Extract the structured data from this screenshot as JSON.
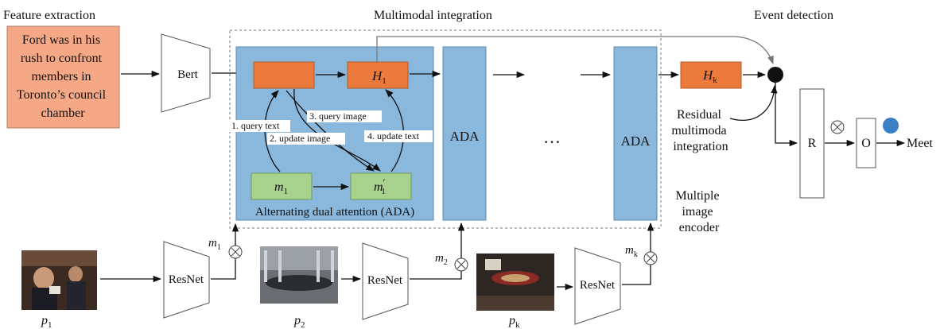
{
  "sections": {
    "feature_extraction": "Feature extraction",
    "multimodal_integration": "Multimodal integration",
    "event_detection": "Event detection"
  },
  "text_input": {
    "lines": [
      "Ford was in his",
      "rush to confront",
      "members in",
      "Toronto’s council",
      "chamber"
    ]
  },
  "encoders": {
    "text": "Bert",
    "image": "ResNet"
  },
  "ada": {
    "caption": "Alternating dual attention (ADA)",
    "h1_base": "H",
    "h1_sub": "1",
    "m1_base": "m",
    "m1_sub": "1",
    "m1p_base": "m",
    "m1p_prime": "′",
    "m1p_sub": "1",
    "steps": [
      "1. query text",
      "2. update image",
      "3. query image",
      "4. update text"
    ]
  },
  "blocks": {
    "ada_label": "ADA",
    "ellipsis": "…",
    "hk_base": "H",
    "hk_sub": "k"
  },
  "residual": {
    "lines": [
      "Residual",
      "multimoda",
      "integration"
    ]
  },
  "multi_image_encoder": {
    "lines": [
      "Multiple",
      "image",
      "encoder"
    ]
  },
  "outputs": {
    "r": "R",
    "o": "O",
    "result": "Meet"
  },
  "image_inputs": [
    {
      "p_base": "p",
      "p_sub": "1",
      "m_base": "m",
      "m_sub": "1"
    },
    {
      "p_base": "p",
      "p_sub": "2",
      "m_base": "m",
      "m_sub": "2"
    },
    {
      "p_base": "p",
      "p_sub": "k",
      "m_base": "m",
      "m_sub": "k"
    }
  ],
  "colors": {
    "ada_bg": "#8ab8dc",
    "orange": "#ec7a3c",
    "green": "#a9d18e",
    "salmon": "#f4a886",
    "dot_blue": "#3a7fc4"
  }
}
